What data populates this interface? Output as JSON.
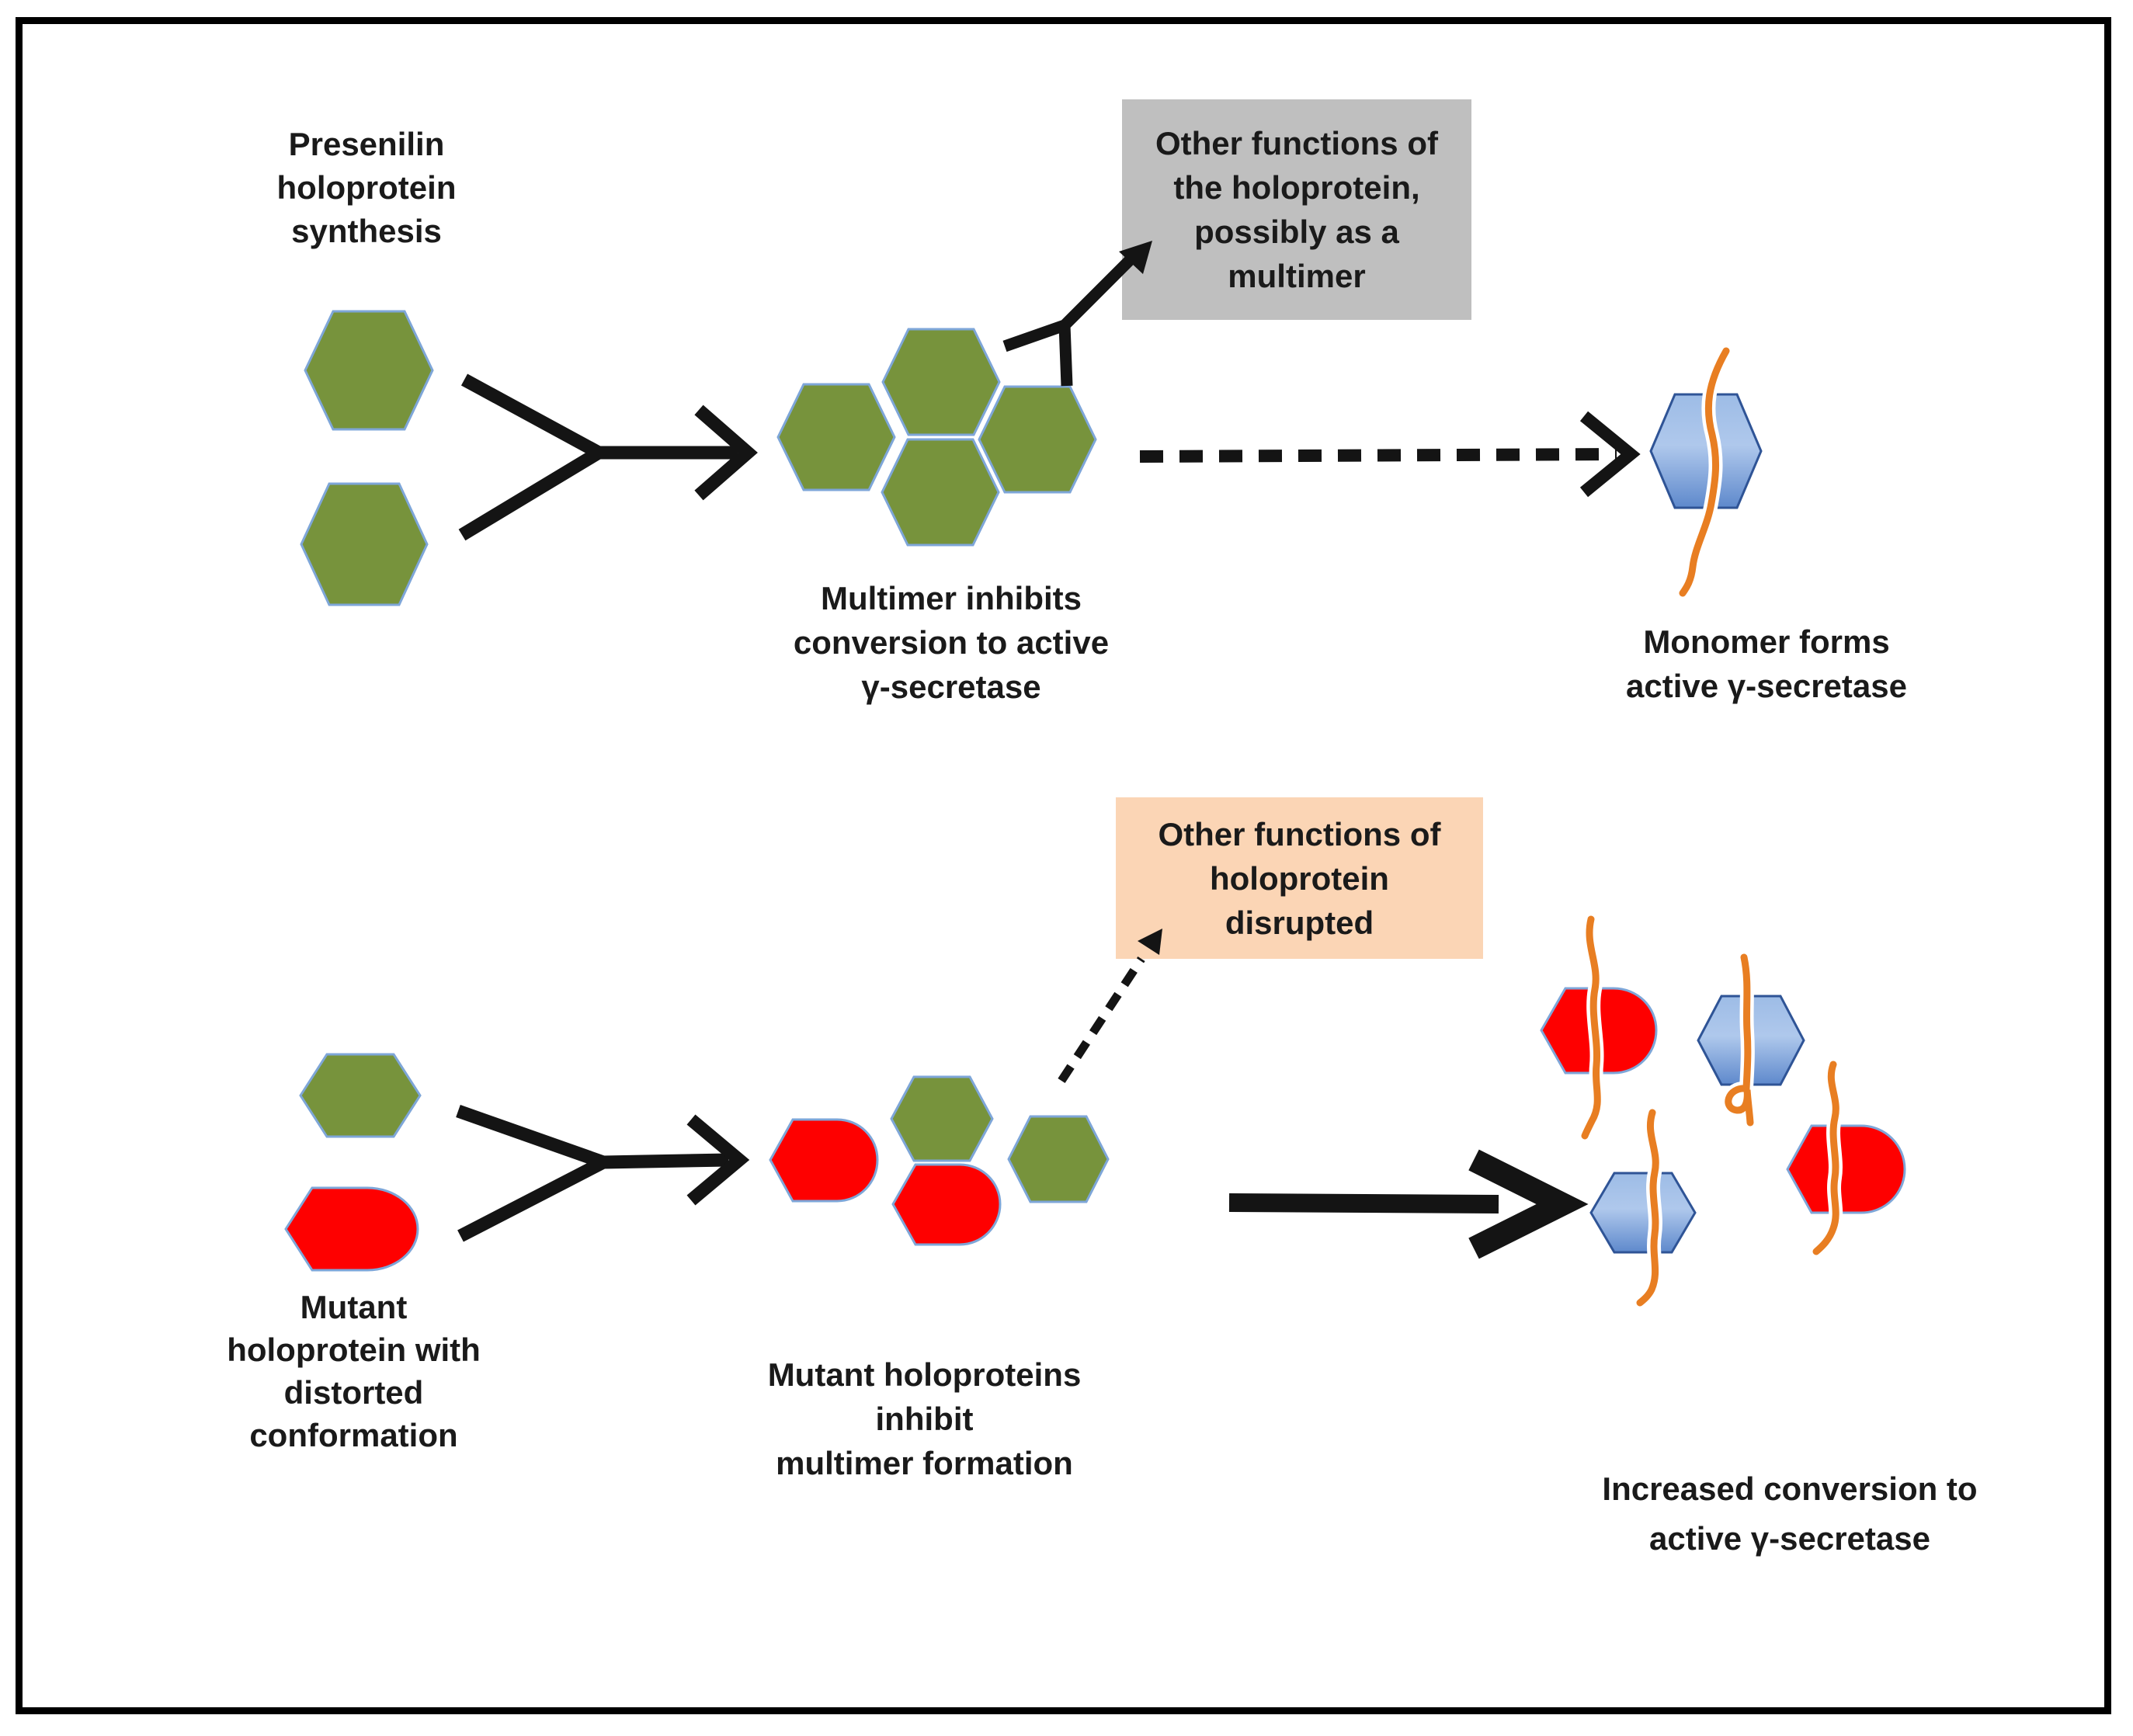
{
  "figure": {
    "kind": "presenilin-holoprotein-pathway-diagram",
    "background": "#FFFFFF",
    "frame_color": "#000000"
  },
  "palette": {
    "wildtype_green": "#77933C",
    "mutant_red": "#FE0000",
    "monomer_blue_top": "#9DBCE6",
    "monomer_blue_bottom": "#5E89CC",
    "monomer_border_blue": "#2F5496",
    "shape_border_blue": "#7EA6D8",
    "membrane_line_orange": "#E87E22",
    "gray_box_bg": "#BFBFBF",
    "peach_box_bg": "#FBD5B5",
    "arrow_black": "#141414",
    "label_text": "#1A1A1A"
  },
  "top_pathway": {
    "synthesis_label": "Presenilin\nholoprotein\nsynthesis",
    "multimer_label": "Multimer inhibits\nconversion to active\nγ-secretase",
    "gray_box_label": "Other functions of\nthe holoprotein,\npossibly as a\nmultimer",
    "monomer_label": "Monomer forms\nactive γ-secretase"
  },
  "bottom_pathway": {
    "mutant_label": "Mutant\nholoprotein with\ndistorted\nconformation",
    "mutant_multimer_label": "Mutant holoproteins inhibit\nmultimer formation",
    "peach_box_label": "Other functions of\nholoprotein\ndisrupted",
    "increased_label": "Increased conversion to\nactive γ-secretase"
  }
}
